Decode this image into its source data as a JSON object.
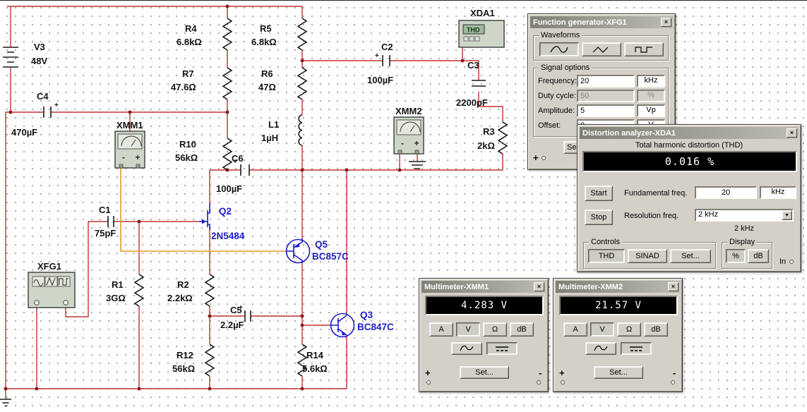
{
  "chrome": {
    "close": "×",
    "arrow": "▼"
  },
  "schematic": {
    "plus": "+",
    "components": {
      "v3": {
        "ref": "V3",
        "value": "48V"
      },
      "c4": {
        "ref": "C4",
        "value": "470µF"
      },
      "c1": {
        "ref": "C1",
        "value": "75pF"
      },
      "c2": {
        "ref": "C2",
        "value": "100µF"
      },
      "c3": {
        "ref": "C3",
        "value": "2200pF"
      },
      "c5": {
        "ref": "C5",
        "value": "2.2µF"
      },
      "c6": {
        "ref": "C6",
        "value": "100µF"
      },
      "r1": {
        "ref": "R1",
        "value": "3GΩ"
      },
      "r2": {
        "ref": "R2",
        "value": "2.2kΩ"
      },
      "r3": {
        "ref": "R3",
        "value": "2kΩ"
      },
      "r4": {
        "ref": "R4",
        "value": "6.8kΩ"
      },
      "r5": {
        "ref": "R5",
        "value": "6.8kΩ"
      },
      "r6": {
        "ref": "R6",
        "value": "47Ω"
      },
      "r7": {
        "ref": "R7",
        "value": "47.6Ω"
      },
      "r10": {
        "ref": "R10",
        "value": "56kΩ"
      },
      "r12": {
        "ref": "R12",
        "value": "56kΩ"
      },
      "r14": {
        "ref": "R14",
        "value": "5.6kΩ"
      },
      "l1": {
        "ref": "L1",
        "value": "1µH"
      },
      "q2": {
        "ref": "Q2",
        "value": "2N5484"
      },
      "q3": {
        "ref": "Q3",
        "value": "BC847C"
      },
      "q5": {
        "ref": "Q5",
        "value": "BC857C"
      }
    },
    "instruments": {
      "xda1": {
        "label": "XDA1",
        "display": "THD"
      },
      "xmm1": {
        "label": "XMM1"
      },
      "xmm2": {
        "label": "XMM2"
      },
      "xfg1": {
        "label": "XFG1"
      },
      "icon_minus": "-",
      "icon_plus": "+"
    }
  },
  "fg": {
    "title": "Function generator-XFG1",
    "waveforms_label": "Waveforms",
    "signal_label": "Signal options",
    "frequency_label": "Frequency:",
    "frequency_value": "20",
    "frequency_unit": "kHz",
    "duty_label": "Duty cycle:",
    "duty_value": "50",
    "duty_unit": "%",
    "amplitude_label": "Amplitude:",
    "amplitude_value": "5",
    "amplitude_unit": "Vp",
    "offset_label": "Offset:",
    "offset_value": "0",
    "offset_unit": "V",
    "set_label": "Se",
    "plus_terminal": "+"
  },
  "da": {
    "title": "Distortion analyzer-XDA1",
    "heading": "Total harmonic distortion (THD)",
    "reading": "0.016 %",
    "start_label": "Start",
    "stop_label": "Stop",
    "fundamental_label": "Fundamental freq.",
    "fundamental_value": "20",
    "fundamental_unit": "kHz",
    "resolution_label": "Resolution freq.",
    "resolution_value": "2 kHz",
    "resolution_sub": "2 kHz",
    "controls_label": "Controls",
    "thd_label": "THD",
    "sinad_label": "SINAD",
    "set_label": "Set...",
    "display_label": "Display",
    "percent_label": "%",
    "db_label": "dB",
    "in_label": "In"
  },
  "xmm1": {
    "title": "Multimeter-XMM1",
    "reading": "4.283 V",
    "btn_a": "A",
    "btn_v": "V",
    "btn_ohm": "Ω",
    "btn_db": "dB",
    "set_label": "Set...",
    "plus": "+",
    "minus": "-"
  },
  "xmm2": {
    "title": "Multimeter-XMM2",
    "reading": "21.57 V",
    "btn_a": "A",
    "btn_v": "V",
    "btn_ohm": "Ω",
    "btn_db": "dB",
    "set_label": "Set...",
    "plus": "+",
    "minus": "-"
  }
}
